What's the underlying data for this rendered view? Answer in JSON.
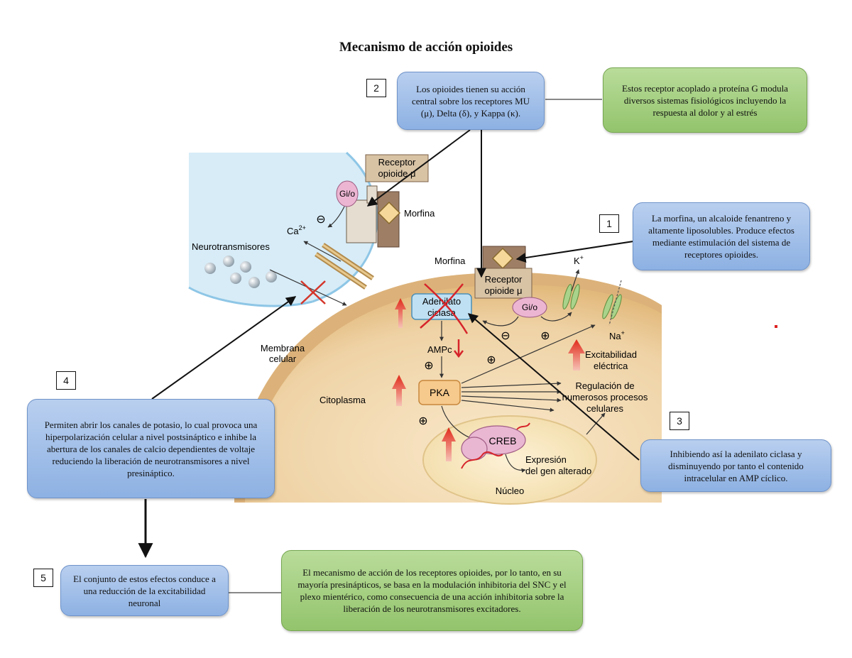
{
  "title": "Mecanismo de acción opioides",
  "steps": {
    "n1": "1",
    "n2": "2",
    "n3": "3",
    "n4": "4",
    "n5": "5"
  },
  "boxes": {
    "box2": "Los opioides tienen su acción central sobre los receptores MU (μ), Delta (δ), y Kappa (κ).",
    "green_top": "Estos receptor acoplado a proteína G modula diversos sistemas fisiológicos incluyendo la respuesta al dolor y al estrés",
    "box1": "La morfina, un alcaloide fenantreno y altamente liposolubles. Produce efectos mediante estimulación del sistema de receptores opioides.",
    "box3": "Inhibiendo así la adenilato ciclasa y disminuyendo por tanto el contenido intracelular en AMP cíclico.",
    "box4": "Permiten abrir los canales de potasio, lo cual provoca una hiperpolarización celular a nivel postsináptico e inhibe la abertura de los canales de calcio dependientes de voltaje reduciendo la liberación de neurotransmisores a nivel presináptico.",
    "box5": "El conjunto de estos efectos conduce a una reducción de la excitabilidad neuronal",
    "green_bottom": "El mecanismo de acción de los receptores opioides, por lo tanto, en su mayoría presinápticos, se basa en la modulación inhibitoria del SNC y el plexo mientérico, como consecuencia de una acción inhibitoria sobre la liberación de los neurotransmisores excitadores."
  },
  "figure": {
    "receptor_top_1": "Receptor",
    "receptor_top_2": "opioide μ",
    "gio": "Gi/o",
    "morfina": "Morfina",
    "ca": "Ca",
    "ca_sup": "2+",
    "neurotransmisores": "Neurotransmisores",
    "morfina_2": "Morfina",
    "receptor_2_1": "Receptor",
    "receptor_2_2": "opioide μ",
    "gio_2": "Gi/o",
    "k": "K",
    "k_sup": "+",
    "na": "Na",
    "na_sup": "+",
    "adenilato_1": "Adenilato",
    "adenilato_2": "ciclasa",
    "ampc": "AMPc",
    "pka": "PKA",
    "creb": "CREB",
    "membrana_1": "Membrana",
    "membrana_2": "celular",
    "citoplasma": "Citoplasma",
    "excitabilidad_1": "Excitabilidad",
    "excitabilidad_2": "eléctrica",
    "regulacion_1": "Regulación de",
    "regulacion_2": "numerosos procesos",
    "regulacion_3": "celulares",
    "expresion_1": "Expresión",
    "expresion_2": "del gen alterado",
    "nucleo": "Núcleo",
    "minus": "⊖",
    "plus": "⊕"
  }
}
